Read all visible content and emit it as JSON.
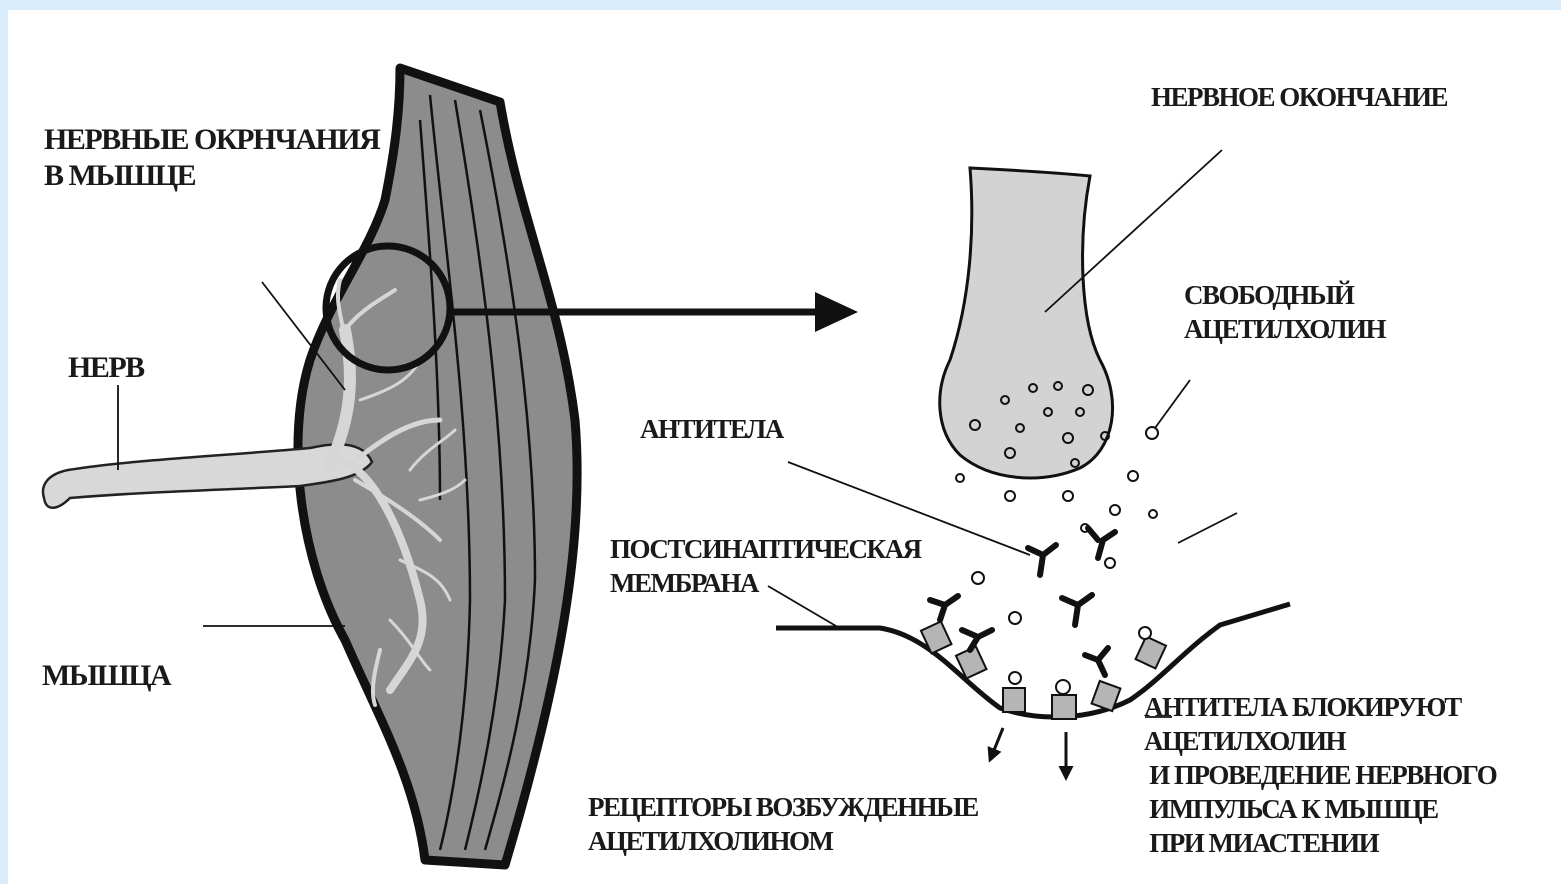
{
  "colors": {
    "frame": "#d9ecfb",
    "background": "#ffffff",
    "muscle_fill": "#8a8a8a",
    "nerve_fill": "#d6d6d6",
    "terminal_fill": "#d2d2d2",
    "outline": "#111111"
  },
  "labels": {
    "muscle_endings": "НЕРВНЫЕ ОКРНЧАНИЯ\nВ МЫШЦЕ",
    "nerve": "НЕРВ",
    "muscle": "МЫШЦА",
    "nerve_ending": "НЕРВНОЕ ОКОНЧАНИЕ",
    "free_ach": "СВОБОДНЫЙ\nАЦЕТИЛХОЛИН",
    "antibodies": "АНТИТЕЛА",
    "postsynaptic": "ПОСТСИНАПТИЧЕСКАЯ\nМЕМБРАНА",
    "antibodies_block": "АНТИТЕЛА БЛОКИРУЮТ\nАЦЕТИЛХОЛИН\n И ПРОВЕДЕНИЕ НЕРВНОГО\n ИМПУЛЬСА К МЫШЦЕ\n ПРИ МИАСТЕНИИ",
    "receptors": "РЕЦЕПТОРЫ ВОЗБУЖДЕННЫЕ\nАЦЕТИЛХОЛИНОМ"
  }
}
